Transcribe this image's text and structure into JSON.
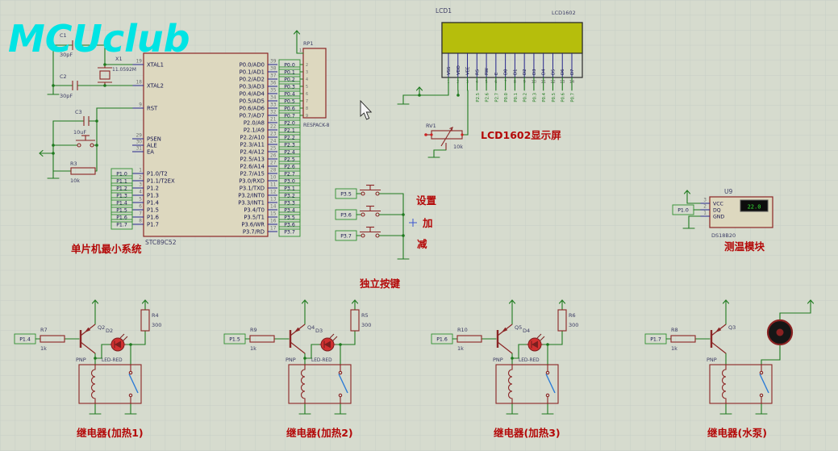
{
  "watermark": "MCUclub",
  "colors": {
    "accent_cyan": "#00e4e4",
    "wire_green": "#1e7a1e",
    "component_red": "#8b2525",
    "caption_red": "#b40808",
    "lcd_screen": "#b6be0c",
    "temp_display_green": "#35e635"
  },
  "captions": {
    "mcu": "单片机最小系统",
    "lcd": "LCD1602显示屏",
    "keys": "独立按键",
    "temp": "测温模块"
  },
  "mcu": {
    "ref": "STC89C52",
    "xtal1": {
      "num": "19",
      "name": "XTAL1"
    },
    "xtal2": {
      "num": "18",
      "name": "XTAL2"
    },
    "rst": {
      "num": "9",
      "name": "RST"
    },
    "ctrl": [
      {
        "num": "29",
        "name": "PSEN"
      },
      {
        "num": "30",
        "name": "ALE"
      },
      {
        "num": "31",
        "name": "EA"
      }
    ],
    "p1": [
      {
        "num": "1",
        "name": "P1.0/T2",
        "net": "P1.0"
      },
      {
        "num": "2",
        "name": "P1.1/T2EX",
        "net": "P1.1"
      },
      {
        "num": "3",
        "name": "P1.2",
        "net": "P1.2"
      },
      {
        "num": "4",
        "name": "P1.3",
        "net": "P1.3"
      },
      {
        "num": "5",
        "name": "P1.4",
        "net": "P1.4"
      },
      {
        "num": "6",
        "name": "P1.5",
        "net": "P1.5"
      },
      {
        "num": "7",
        "name": "P1.6",
        "net": "P1.6"
      },
      {
        "num": "8",
        "name": "P1.7",
        "net": "P1.7"
      }
    ],
    "p0": [
      {
        "num": "39",
        "name": "P0.0/AD0",
        "net": "P0.0"
      },
      {
        "num": "38",
        "name": "P0.1/AD1",
        "net": "P0.1"
      },
      {
        "num": "37",
        "name": "P0.2/AD2",
        "net": "P0.2"
      },
      {
        "num": "36",
        "name": "P0.3/AD3",
        "net": "P0.3"
      },
      {
        "num": "35",
        "name": "P0.4/AD4",
        "net": "P0.4"
      },
      {
        "num": "34",
        "name": "P0.5/AD5",
        "net": "P0.5"
      },
      {
        "num": "33",
        "name": "P0.6/AD6",
        "net": "P0.6"
      },
      {
        "num": "32",
        "name": "P0.7/AD7",
        "net": "P0.7"
      }
    ],
    "p2": [
      {
        "num": "21",
        "name": "P2.0/A8",
        "net": "P2.0"
      },
      {
        "num": "22",
        "name": "P2.1/A9",
        "net": "P2.1"
      },
      {
        "num": "23",
        "name": "P2.2/A10",
        "net": "P2.2"
      },
      {
        "num": "24",
        "name": "P2.3/A11",
        "net": "P2.3"
      },
      {
        "num": "25",
        "name": "P2.4/A12",
        "net": "P2.4"
      },
      {
        "num": "26",
        "name": "P2.5/A13",
        "net": "P2.5"
      },
      {
        "num": "27",
        "name": "P2.6/A14",
        "net": "P2.6"
      },
      {
        "num": "28",
        "name": "P2.7/A15",
        "net": "P2.7"
      }
    ],
    "p3": [
      {
        "num": "10",
        "name": "P3.0/RXD",
        "net": "P3.0"
      },
      {
        "num": "11",
        "name": "P3.1/TXD",
        "net": "P3.1"
      },
      {
        "num": "12",
        "name": "P3.2/INT0",
        "net": "P3.2"
      },
      {
        "num": "13",
        "name": "P3.3/INT1",
        "net": "P3.3"
      },
      {
        "num": "14",
        "name": "P3.4/T0",
        "net": "P3.4"
      },
      {
        "num": "15",
        "name": "P3.5/T1",
        "net": "P3.5"
      },
      {
        "num": "16",
        "name": "P3.6/WR",
        "net": "P3.6"
      },
      {
        "num": "17",
        "name": "P3.7/RD",
        "net": "P3.7"
      }
    ]
  },
  "xtal": {
    "ref": "X1",
    "value": "11.0592M"
  },
  "c1": {
    "ref": "C1",
    "value": "30pF"
  },
  "c2": {
    "ref": "C2",
    "value": "30pF"
  },
  "c3": {
    "ref": "C3",
    "value": "10uF"
  },
  "r3": {
    "ref": "R3",
    "value": "10k"
  },
  "rp1": {
    "ref": "RP1",
    "part": "RESPACK-8",
    "common": "1",
    "pin_nums": [
      "2",
      "3",
      "4",
      "5",
      "6",
      "7",
      "8",
      "9"
    ]
  },
  "lcd": {
    "ref": "LCD1",
    "part": "LCD1602",
    "pins": [
      {
        "num": "1",
        "name": "VSS"
      },
      {
        "num": "2",
        "name": "VDD"
      },
      {
        "num": "3",
        "name": "VEE"
      },
      {
        "num": "4",
        "name": "RS",
        "net": "P2.5"
      },
      {
        "num": "5",
        "name": "RW",
        "net": "P2.6"
      },
      {
        "num": "6",
        "name": "E",
        "net": "P2.7"
      },
      {
        "num": "7",
        "name": "D0",
        "net": "P0.0"
      },
      {
        "num": "8",
        "name": "D1",
        "net": "P0.1"
      },
      {
        "num": "9",
        "name": "D2",
        "net": "P0.2"
      },
      {
        "num": "10",
        "name": "D3",
        "net": "P0.3"
      },
      {
        "num": "11",
        "name": "D4",
        "net": "P0.4"
      },
      {
        "num": "12",
        "name": "D5",
        "net": "P0.5"
      },
      {
        "num": "13",
        "name": "D6",
        "net": "P0.6"
      },
      {
        "num": "14",
        "name": "D7",
        "net": "P0.7"
      }
    ]
  },
  "rv1": {
    "ref": "RV1",
    "value": "10k"
  },
  "buttons": [
    {
      "net": "P3.5"
    },
    {
      "net": "P3.6"
    },
    {
      "net": "P3.7"
    }
  ],
  "keys": {
    "set": "设置",
    "inc": "加",
    "dec": "减"
  },
  "temp": {
    "ref": "U9",
    "part": "DS18B20",
    "display": "22.0",
    "net": "P1.0",
    "pins": [
      {
        "num": "3",
        "name": "VCC"
      },
      {
        "num": "2",
        "name": "DQ"
      },
      {
        "num": "1",
        "name": "GND"
      }
    ]
  },
  "relays": [
    {
      "port": "P1.4",
      "rin_ref": "R7",
      "rin_val": "1k",
      "q_ref": "Q2",
      "q_type": "PNP",
      "led_ref": "D2",
      "led_part": "LED-RED",
      "rl_ref": "R4",
      "rl_val": "300",
      "caption": "继电器(加热1)"
    },
    {
      "port": "P1.5",
      "rin_ref": "R9",
      "rin_val": "1k",
      "q_ref": "Q4",
      "q_type": "PNP",
      "led_ref": "D3",
      "led_part": "LED-RED",
      "rl_ref": "R5",
      "rl_val": "300",
      "caption": "继电器(加热2)"
    },
    {
      "port": "P1.6",
      "rin_ref": "R10",
      "rin_val": "1k",
      "q_ref": "Q5",
      "q_type": "PNP",
      "led_ref": "D4",
      "led_part": "LED-RED",
      "rl_ref": "R6",
      "rl_val": "300",
      "caption": "继电器(加热3)"
    },
    {
      "port": "P1.7",
      "rin_ref": "R8",
      "rin_val": "1k",
      "q_ref": "Q3",
      "q_type": "PNP",
      "caption": "继电器(水泵)"
    }
  ]
}
